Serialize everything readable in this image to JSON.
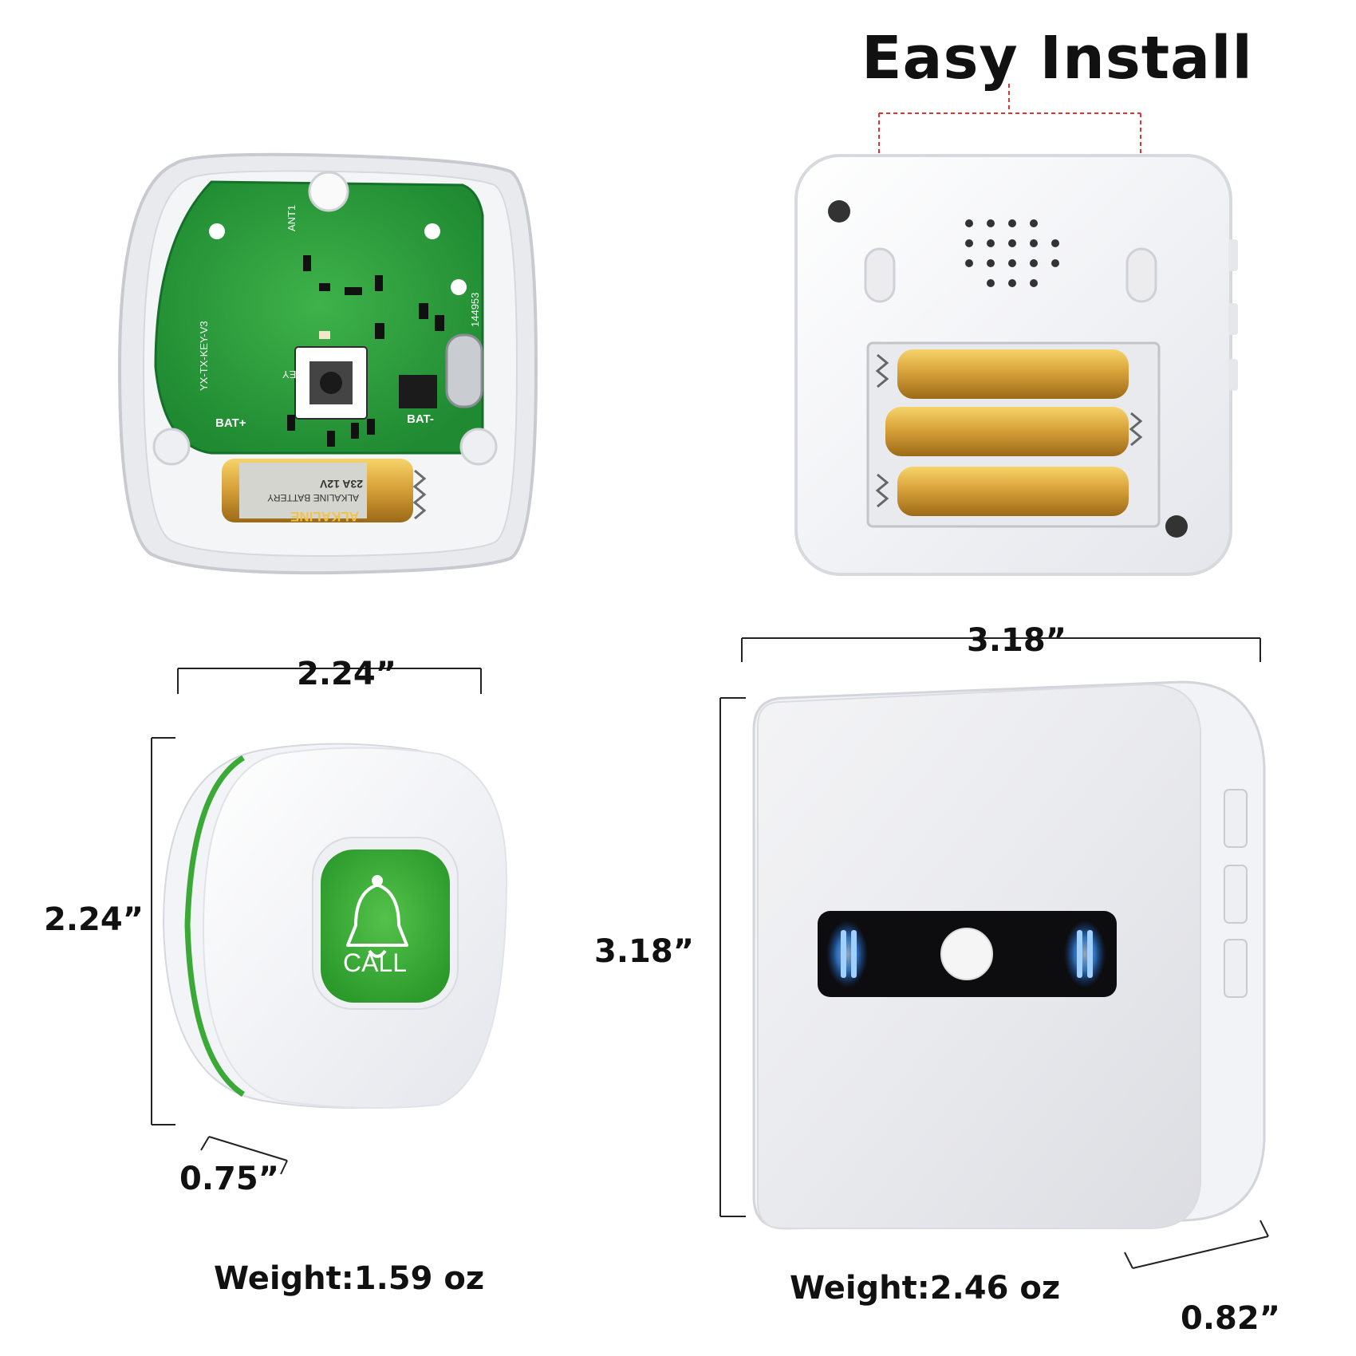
{
  "title": "Easy Install",
  "call_button": {
    "label": "CALL",
    "width": "2.24”",
    "height": "2.24”",
    "depth": "0.75”",
    "weight": "Weight:1.59 oz",
    "accent_color": "#3aa935"
  },
  "receiver": {
    "width": "3.18”",
    "height": "3.18”",
    "depth": "0.82”",
    "weight": "Weight:2.46 oz",
    "led_color": "#2f8fff"
  },
  "pcb": {
    "board_label": "YX-TX-KEY-V3",
    "board_number": "144953",
    "bat_plus": "BAT+",
    "bat_minus": "BAT-",
    "key_label": "KEY",
    "antenna_label": "ANT1",
    "battery_type": "23A 12V",
    "battery_text": "ALKALINE BATTERY",
    "battery_brand": "ALKALINE"
  },
  "icons": [
    "bell-icon",
    "mounting-hole-icon",
    "speaker-grille-icon"
  ]
}
